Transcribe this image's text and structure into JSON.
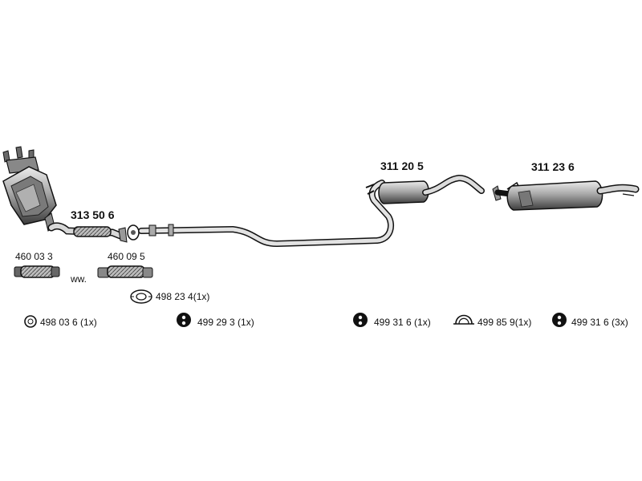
{
  "parts": {
    "front_pipe": "313 50 6",
    "center_muffler": "311 20 5",
    "rear_muffler": "311 23 6",
    "flex_pipe_1": "460 03 3",
    "flex_pipe_2": "460 09 5",
    "ww_note": "ww.",
    "gasket": "498 23 4(1x)",
    "ring_gasket": "498 03 6 (1x)",
    "rubber_mount_1": "499 29 3 (1x)",
    "rubber_mount_2": "499 31 6  (1x)",
    "clamp": "499 85 9(1x)",
    "rubber_mount_3": "499 31 6  (3x)"
  },
  "colors": {
    "line": "#111111",
    "metal_dark": "#4a4a4a",
    "metal_mid": "#9a9a9a",
    "metal_light": "#d4d4d4"
  }
}
